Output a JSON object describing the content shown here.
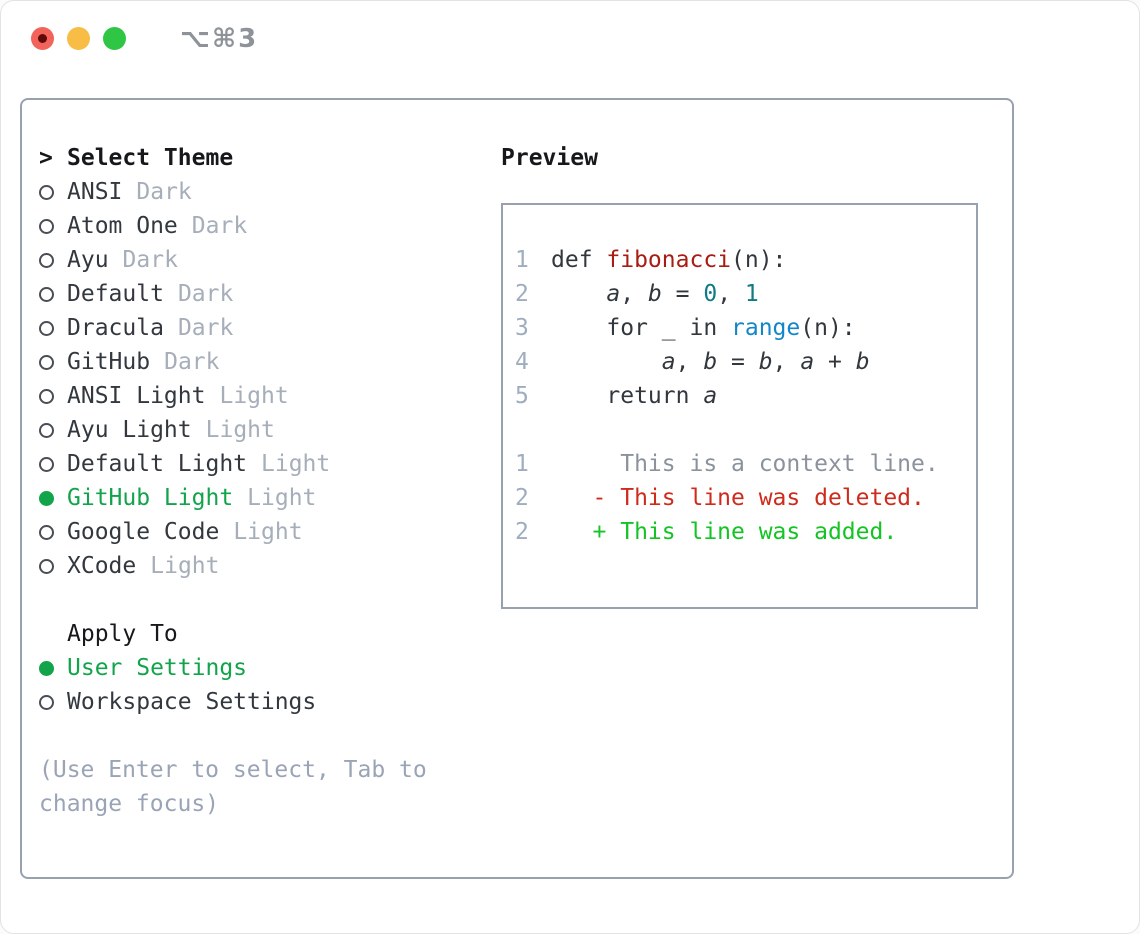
{
  "window": {
    "title": "⌥⌘3"
  },
  "theme_panel": {
    "prompt": ">",
    "title": "Select Theme",
    "themes": [
      {
        "name": "ANSI",
        "tag": "Dark",
        "selected": false
      },
      {
        "name": "Atom One",
        "tag": "Dark",
        "selected": false
      },
      {
        "name": "Ayu",
        "tag": "Dark",
        "selected": false
      },
      {
        "name": "Default",
        "tag": "Dark",
        "selected": false
      },
      {
        "name": "Dracula",
        "tag": "Dark",
        "selected": false
      },
      {
        "name": "GitHub",
        "tag": "Dark",
        "selected": false
      },
      {
        "name": "ANSI Light",
        "tag": "Light",
        "selected": false
      },
      {
        "name": "Ayu Light",
        "tag": "Light",
        "selected": false
      },
      {
        "name": "Default Light",
        "tag": "Light",
        "selected": false
      },
      {
        "name": "GitHub Light",
        "tag": "Light",
        "selected": true
      },
      {
        "name": "Google Code",
        "tag": "Light",
        "selected": false
      },
      {
        "name": "XCode",
        "tag": "Light",
        "selected": false
      }
    ],
    "apply_to": {
      "label": "Apply To",
      "options": [
        {
          "name": "User Settings",
          "selected": true
        },
        {
          "name": "Workspace Settings",
          "selected": false
        }
      ]
    },
    "hint": "(Use Enter to select, Tab to change focus)"
  },
  "preview": {
    "title": "Preview",
    "lines": [
      {
        "num": "1",
        "tokens": [
          {
            "t": "def ",
            "c": "plain"
          },
          {
            "t": "fibonacci",
            "c": "function"
          },
          {
            "t": "(n):",
            "c": "plain"
          }
        ]
      },
      {
        "num": "2",
        "tokens": [
          {
            "t": "    ",
            "c": "plain"
          },
          {
            "t": "a",
            "c": "variable"
          },
          {
            "t": ", ",
            "c": "plain"
          },
          {
            "t": "b",
            "c": "variable"
          },
          {
            "t": " = ",
            "c": "plain"
          },
          {
            "t": "0",
            "c": "number"
          },
          {
            "t": ", ",
            "c": "plain"
          },
          {
            "t": "1",
            "c": "number"
          }
        ]
      },
      {
        "num": "3",
        "tokens": [
          {
            "t": "    for _ in ",
            "c": "plain"
          },
          {
            "t": "range",
            "c": "builtin"
          },
          {
            "t": "(n):",
            "c": "plain"
          }
        ]
      },
      {
        "num": "4",
        "tokens": [
          {
            "t": "        ",
            "c": "plain"
          },
          {
            "t": "a",
            "c": "variable"
          },
          {
            "t": ", ",
            "c": "plain"
          },
          {
            "t": "b",
            "c": "variable"
          },
          {
            "t": " = ",
            "c": "plain"
          },
          {
            "t": "b",
            "c": "variable"
          },
          {
            "t": ", ",
            "c": "plain"
          },
          {
            "t": "a",
            "c": "variable"
          },
          {
            "t": " + ",
            "c": "plain"
          },
          {
            "t": "b",
            "c": "variable"
          }
        ]
      },
      {
        "num": "5",
        "tokens": [
          {
            "t": "    return ",
            "c": "plain"
          },
          {
            "t": "a",
            "c": "variable"
          }
        ]
      },
      {
        "num": "",
        "tokens": []
      },
      {
        "num": "1",
        "tokens": [
          {
            "t": "     This is a context line.",
            "c": "context"
          }
        ]
      },
      {
        "num": "2",
        "tokens": [
          {
            "t": "   - This line was deleted.",
            "c": "deleted"
          }
        ]
      },
      {
        "num": "2",
        "tokens": [
          {
            "t": "   + This line was added.",
            "c": "added"
          }
        ]
      }
    ]
  },
  "colors": {
    "selected_green": "#12a44b",
    "function_red": "#a81c14",
    "number_teal": "#117a85",
    "builtin_blue": "#1386c9",
    "deleted_red": "#cf2b1d",
    "added_green": "#13c424",
    "context_gray": "#8b929b",
    "line_number": "#9fadbf",
    "tag_gray": "#a6aeb9",
    "text_dark": "#33383f",
    "heading_black": "#16181b",
    "hint_gray": "#9aa4b6",
    "border_gray": "#98a2ae",
    "traffic_red": "#f2635c",
    "traffic_yellow": "#f7bd45",
    "traffic_green": "#2fc645"
  }
}
